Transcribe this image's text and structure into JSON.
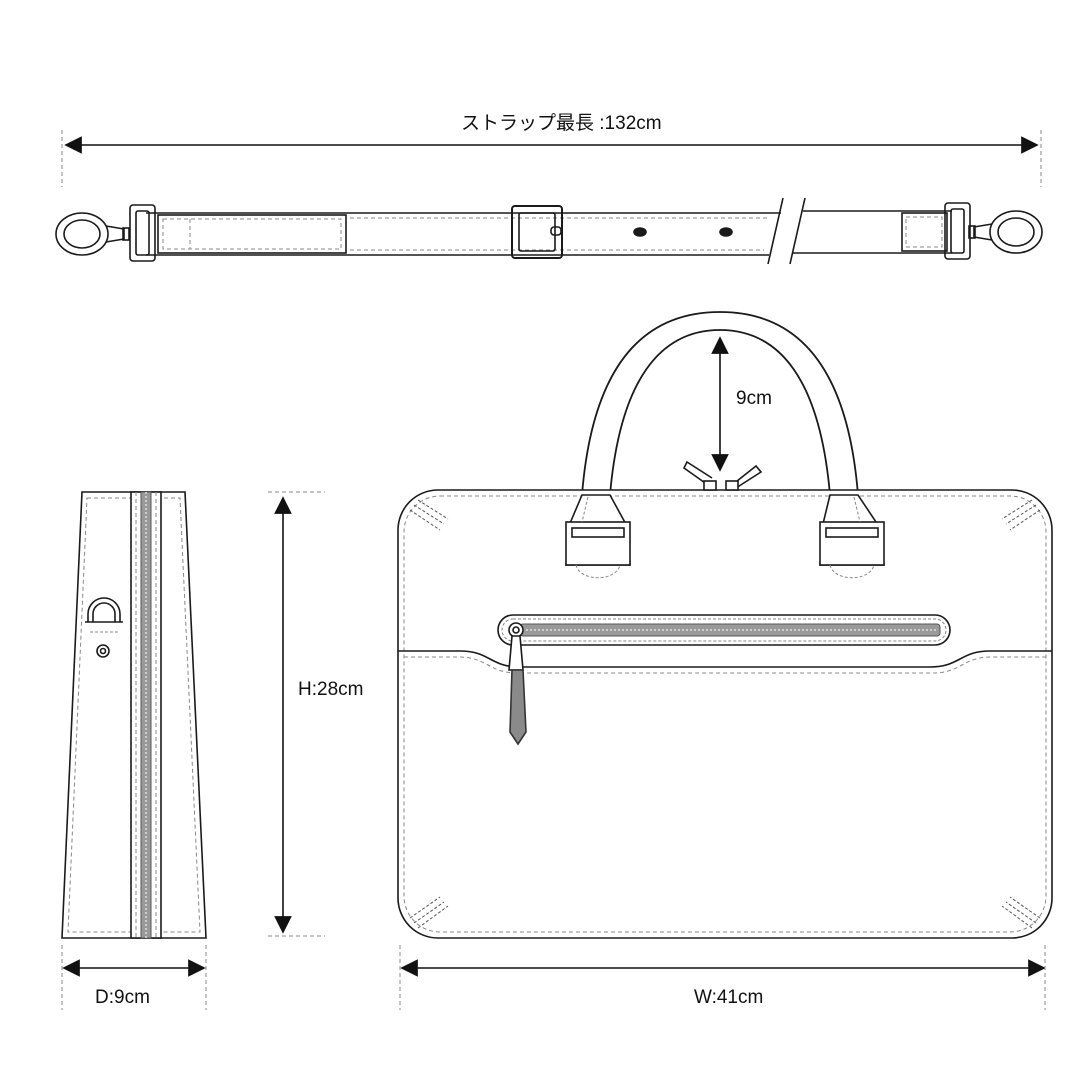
{
  "dimensions": {
    "strap_max_length": "ストラップ最長 :132cm",
    "handle_drop": "9cm",
    "height": "H:28cm",
    "depth": "D:9cm",
    "width": "W:41cm"
  },
  "colors": {
    "line": "#1a1a1a",
    "dash": "#888888",
    "zipper": "#8a8a8a",
    "background": "#ffffff"
  }
}
